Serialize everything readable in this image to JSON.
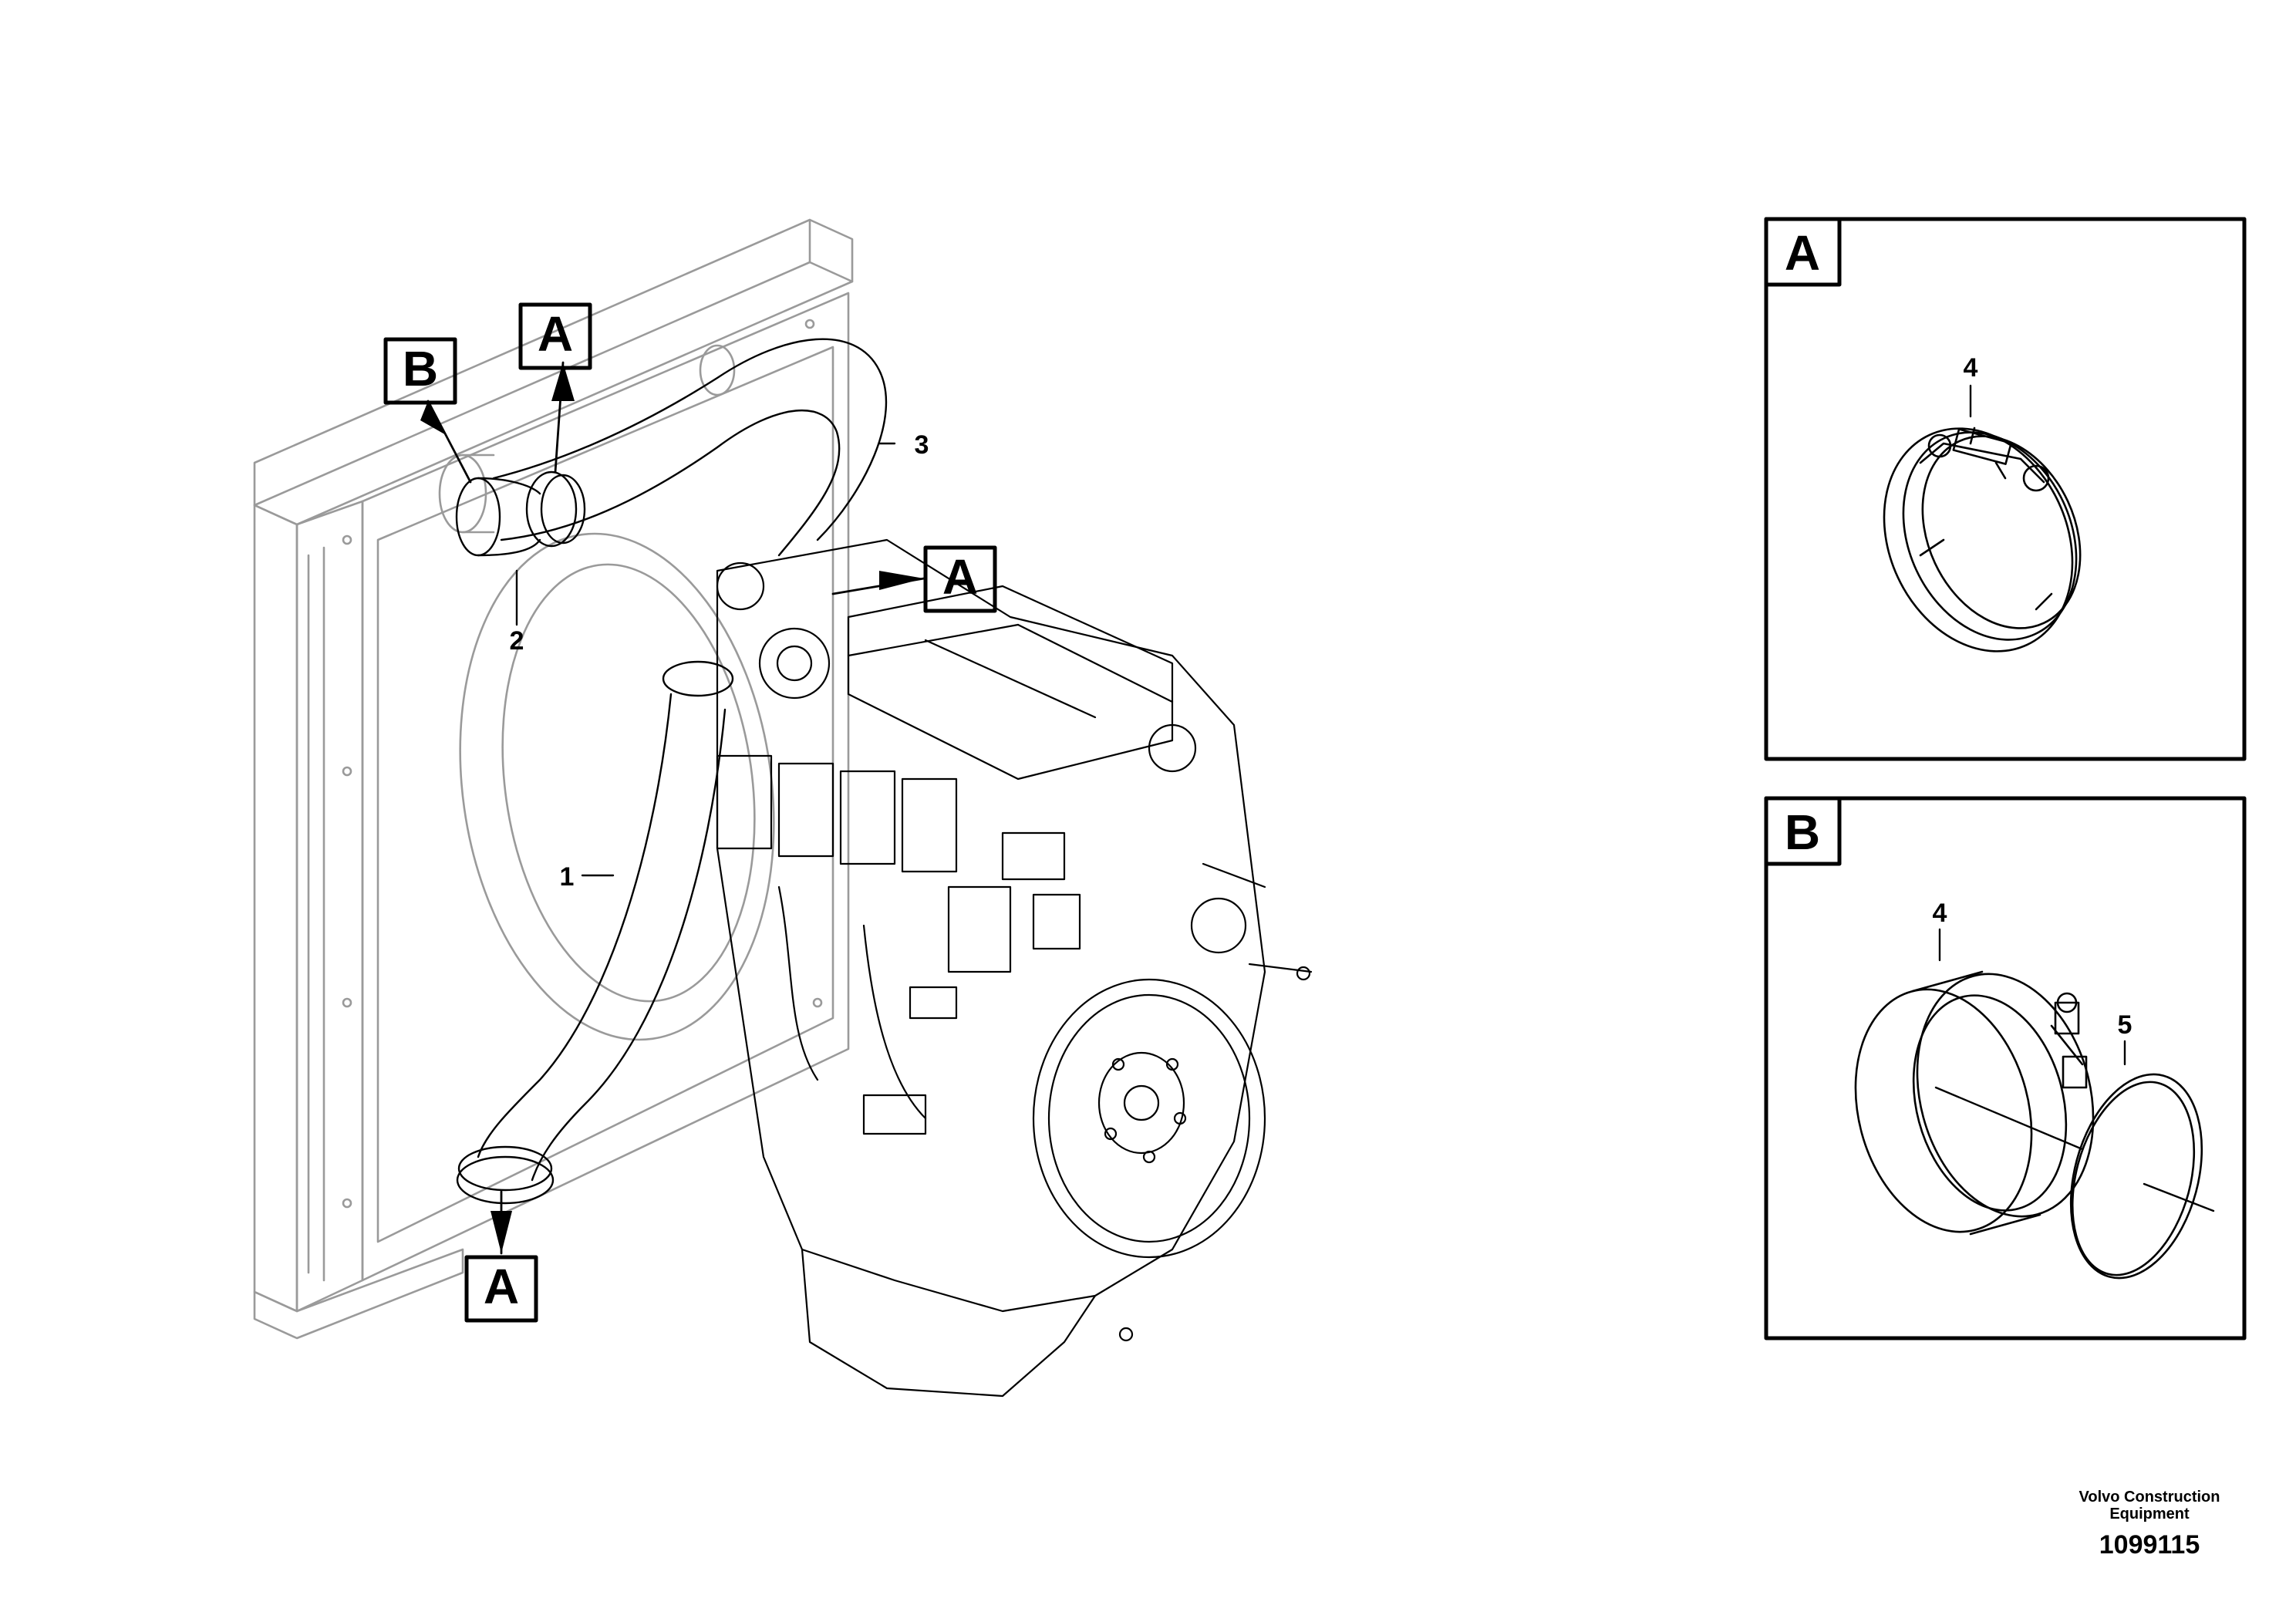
{
  "main_view": {
    "callouts": [
      {
        "id": "c-B",
        "text": "B"
      },
      {
        "id": "c-A1",
        "text": "A"
      },
      {
        "id": "c-A2",
        "text": "A"
      },
      {
        "id": "c-A3",
        "text": "A"
      }
    ],
    "part_labels": [
      "1",
      "2",
      "3"
    ]
  },
  "detail_A": {
    "frame_label": "A",
    "part_label": "4"
  },
  "detail_B": {
    "frame_label": "B",
    "part_labels": [
      "4",
      "5"
    ]
  },
  "footer": {
    "company": "Volvo Construction Equipment",
    "doc_number": "1099115"
  }
}
